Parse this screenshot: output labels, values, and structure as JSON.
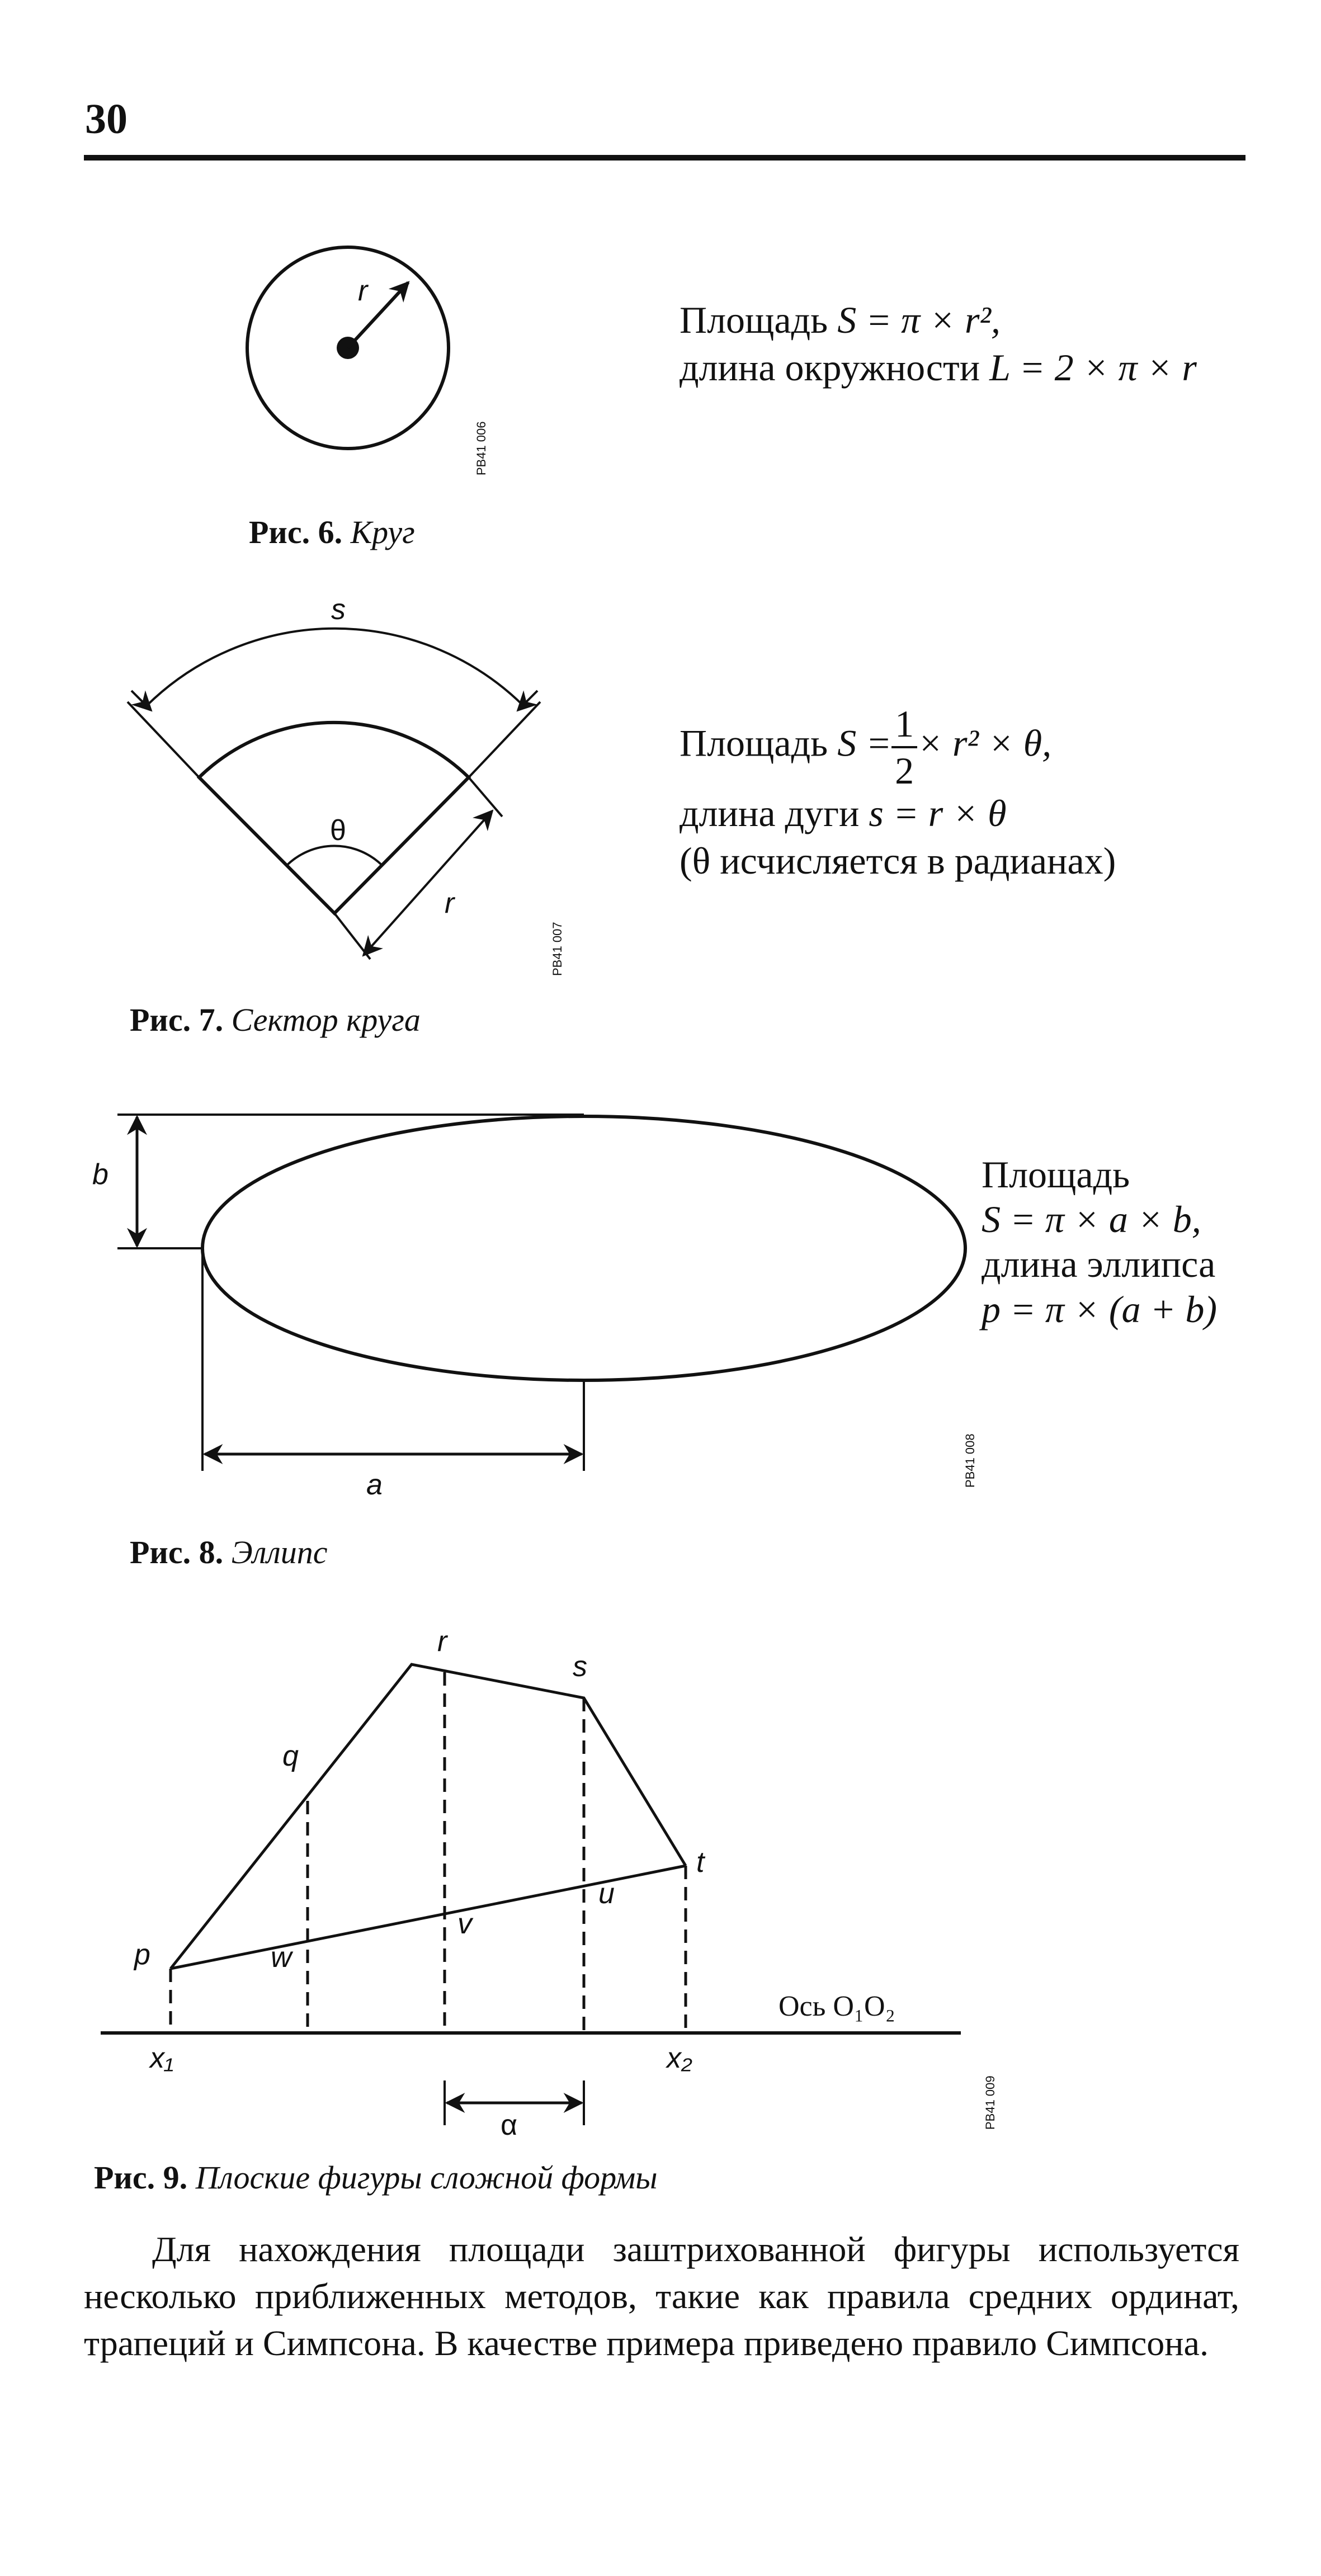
{
  "page": {
    "number": "30"
  },
  "fig6": {
    "label_r": "r",
    "caption_num": "Рис. 6.",
    "caption_text": "Круг",
    "code": "PB41 006",
    "formula_area_prefix": "Площадь ",
    "formula_area": "S = π × r², ",
    "formula_length_prefix": "длина окружности ",
    "formula_length": "L = 2 × π × r"
  },
  "fig7": {
    "label_s": "s",
    "label_theta": "θ",
    "label_r": "r",
    "caption_num": "Рис. 7.",
    "caption_text": "Сектор круга",
    "code": "PB41 007",
    "formula_area_prefix": "Площадь ",
    "formula_area_s": "S =",
    "frac_num": "1",
    "frac_den": "2",
    "formula_area_rest": "× r² × θ,",
    "formula_arc_prefix": "длина дуги ",
    "formula_arc": "s = r × θ",
    "formula_note": "(θ исчисляется в радианах)"
  },
  "fig8": {
    "label_b": "b",
    "label_a": "a",
    "caption_num": "Рис. 8.",
    "caption_text": "Эллипс",
    "code": "PB41 008",
    "formula_line1": "Площадь",
    "formula_line2": "S = π × a × b,",
    "formula_line3": "длина эллипса",
    "formula_line4": "p = π × (a + b)"
  },
  "fig9": {
    "labels": {
      "p": "p",
      "q": "q",
      "r": "r",
      "s": "s",
      "t": "t",
      "u": "u",
      "v": "v",
      "w": "w",
      "x1": "x₁",
      "x2": "x₂",
      "alpha": "α",
      "axis": "Ось O₁O₂"
    },
    "caption_num": "Рис. 9.",
    "caption_text": "Плоские фигуры сложной формы",
    "code": "PB41 009"
  },
  "body_text": "Для нахождения площади заштрихованной фигуры используется несколько приближенных методов, такие как правила средних ординат, трапеций и Симпсона. В качестве примера приведено правило Симпсона."
}
